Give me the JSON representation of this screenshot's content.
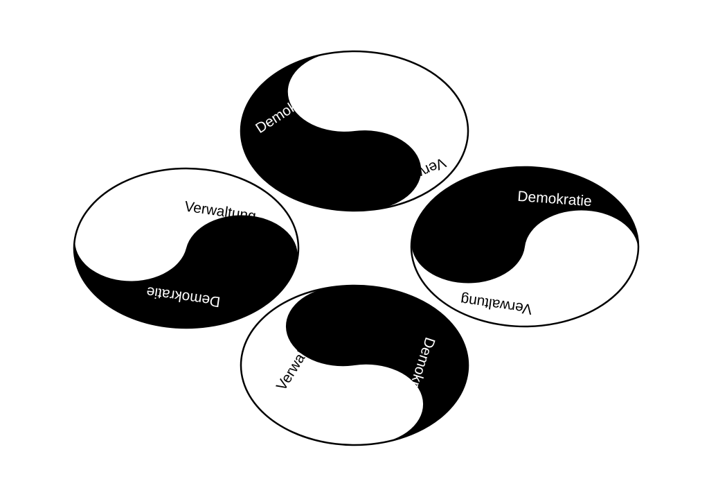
{
  "diagram": {
    "colors": {
      "dark": "#000000",
      "light": "#ffffff"
    },
    "yin_yang_top": {
      "dark_label": "Demokratie",
      "light_label": "Verwaltung"
    },
    "yin_yang_left": {
      "dark_label": "Demokratie",
      "light_label": "Verwaltung"
    },
    "yin_yang_right": {
      "dark_label": "Demokratie",
      "light_label": "Verwaltung"
    },
    "yin_yang_bottom": {
      "dark_label": "Demokratie",
      "light_label": "Verwaltung"
    }
  }
}
